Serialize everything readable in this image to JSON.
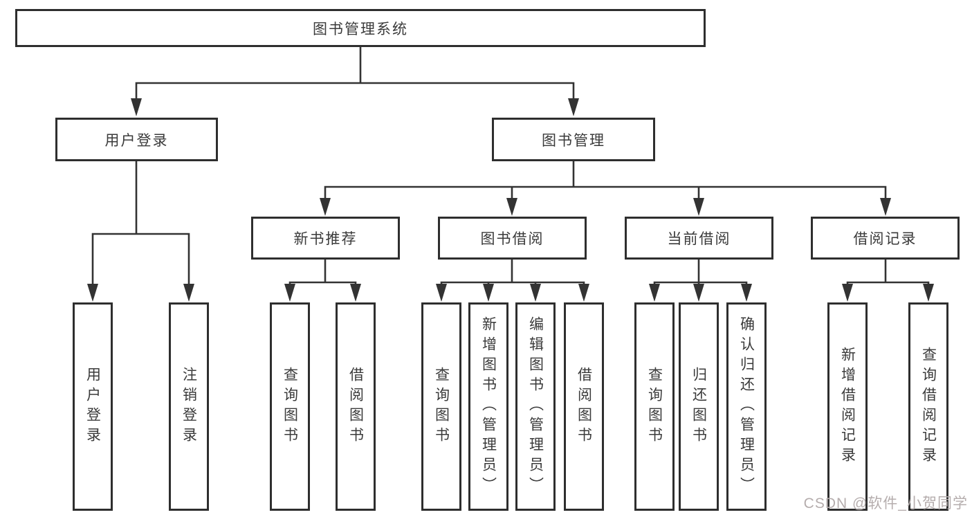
{
  "diagram": {
    "type": "hierarchy-tree",
    "tree": {
      "root": {
        "label": "图书管理系统",
        "children": [
          {
            "label": "用户登录",
            "children": [
              {
                "label": "用户登录"
              },
              {
                "label": "注销登录"
              }
            ]
          },
          {
            "label": "图书管理",
            "children": [
              {
                "label": "新书推荐",
                "children": [
                  {
                    "label": "查询图书"
                  },
                  {
                    "label": "借阅图书"
                  }
                ]
              },
              {
                "label": "图书借阅",
                "children": [
                  {
                    "label": "查询图书"
                  },
                  {
                    "label": "新增图书（管理员）"
                  },
                  {
                    "label": "编辑图书（管理员）"
                  },
                  {
                    "label": "借阅图书"
                  }
                ]
              },
              {
                "label": "当前借阅",
                "children": [
                  {
                    "label": "查询图书"
                  },
                  {
                    "label": "归还图书"
                  },
                  {
                    "label": "确认归还（管理员）"
                  }
                ]
              },
              {
                "label": "借阅记录",
                "children": [
                  {
                    "label": "新增借阅记录"
                  },
                  {
                    "label": "查询借阅记录"
                  }
                ]
              }
            ]
          }
        ]
      }
    },
    "colors": {
      "line": "#333333",
      "box_border": "#2e2e2e",
      "text": "#3a3a3a",
      "background": "#ffffff",
      "watermark": "#b5adad"
    }
  },
  "watermark": {
    "text": "CSDN @软件_小贺同学"
  }
}
